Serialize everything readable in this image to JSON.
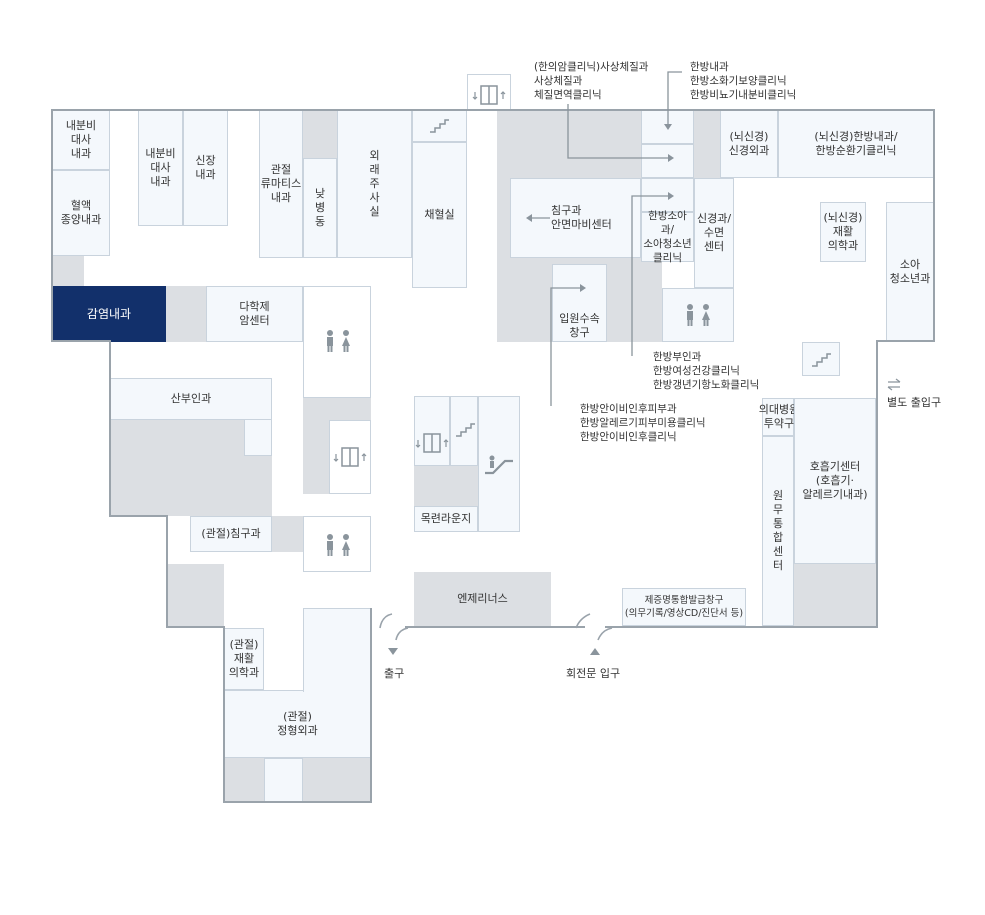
{
  "rooms": {
    "naebunbi_left": "내분비\n대사\n내과",
    "hyeolaek": "혈액\n종양내과",
    "naebunbi_mid": "내분비\n대사\n내과",
    "sinjang": "신장\n내과",
    "gwanjeol_ryuma": "관절\n류마티스\n내과",
    "natbyeongdong": "낮\n병\n동",
    "oeraejusasil": "외\n래\n주\n사\n실",
    "chaehyeolsil": "채혈실",
    "gamyeom": "감염내과",
    "dahakje": "다학제\n암센터",
    "sanbuin": "산부인과",
    "gwanjeol_chimgu": "(관절)침구과",
    "gwanjeol_jaehwal": "(관절)\n재활\n의학과",
    "gwanjeol_jeonghyeong": "(관절)\n정형외과",
    "mokryeon": "목련라운지",
    "enjeri": "엔제리너스",
    "jejeung": "제증명통합발급창구\n(의무기록/영상CD/진단서 등)",
    "chimgu_anmyeon": "침구과\n안면마비센터",
    "ipwonsusok": "입원수속\n창구",
    "hanbang_soa": "한방소아과/\n소아청소년\n클리닉",
    "singyeong_sumyeon": "신경과/\n수면\n센터",
    "noesingyeong_oegwa": "(뇌신경)\n신경외과",
    "noesingyeong_hanbang": "(뇌신경)한방내과/\n한방순환기클리닉",
    "noesingyeong_jaehwal": "(뇌신경)\n재활\n의학과",
    "soa_cheongsonyeon": "소아\n청소년과",
    "uidae_yakgu": "의대병원\n투약구",
    "hoheupgi": "호흡기센터\n(호흡기·\n알레르기내과)",
    "wonmu": "원\n무\n통\n합\n센\n터"
  },
  "notes": {
    "top_left": "(한의암클리닉)사상체질과\n사상체질과\n체질면역클리닉",
    "top_right": "한방내과\n한방소화기보양클리닉\n한방비뇨기내분비클리닉",
    "mid_right": "한방부인과\n한방여성건강클리닉\n한방갱년기항노화클리닉",
    "mid_left": "한방안이비인후피부과\n한방알레르기피부미용클리닉\n한방안이비인후클리닉"
  },
  "entrances": {
    "exit": "출구",
    "revolving": "회전문 입구",
    "separate": "별도 출입구"
  },
  "icons": {
    "restroom": "restroom-icon",
    "elevator": "elevator-icon",
    "stairs": "stairs-icon",
    "escalator": "escalator-icon"
  },
  "colors": {
    "room": "#f4f8fc",
    "highlight": "#12306b",
    "gray": "#dcdfe3",
    "wall": "#9aa3ab"
  }
}
